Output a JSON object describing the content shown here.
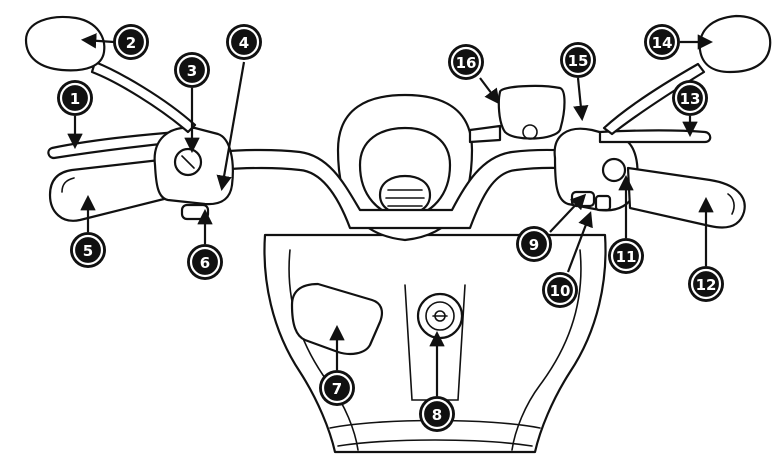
{
  "callouts": [
    {
      "number": "1"
    },
    {
      "number": "2"
    },
    {
      "number": "3"
    },
    {
      "number": "4"
    },
    {
      "number": "5"
    },
    {
      "number": "6"
    },
    {
      "number": "7"
    },
    {
      "number": "8"
    },
    {
      "number": "9"
    },
    {
      "number": "10"
    },
    {
      "number": "11"
    },
    {
      "number": "12"
    },
    {
      "number": "13"
    },
    {
      "number": "14"
    },
    {
      "number": "15"
    },
    {
      "number": "16"
    }
  ],
  "colors": {
    "ink": "#111111",
    "paper": "#ffffff"
  }
}
